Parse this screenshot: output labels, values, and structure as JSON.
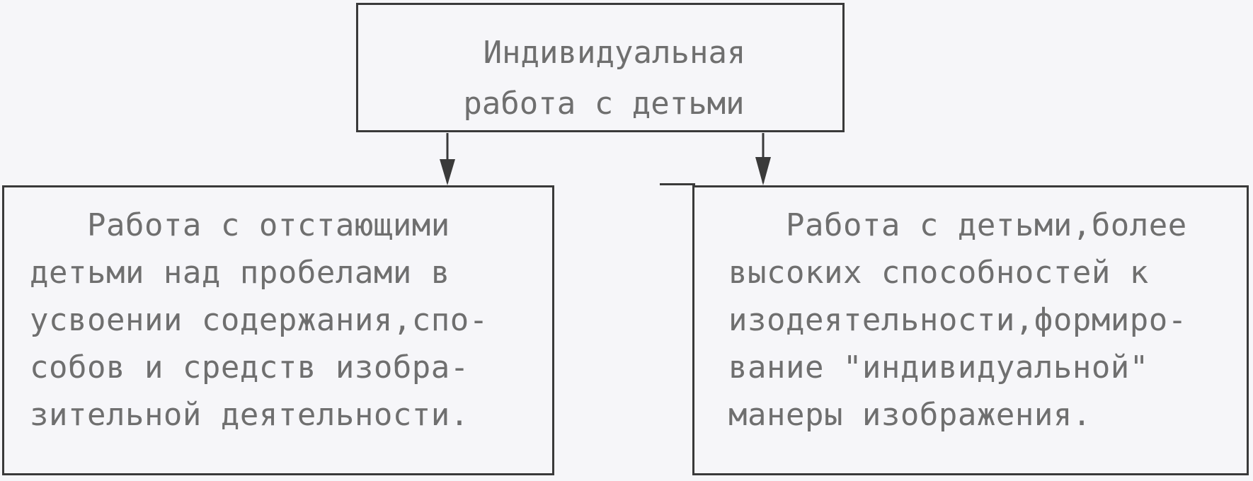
{
  "top_box": {
    "lines": [
      "Индивидуальная",
      "работа с детьми"
    ]
  },
  "left_box": {
    "lines": [
      "   Работа с отстающими",
      "детьми над пробелами в",
      "усвоении содержания,спо-",
      "собов и средств изобра-",
      "зительной деятельности."
    ]
  },
  "right_box": {
    "lines": [
      "   Работа с детьми,более",
      "высоких способностей к",
      "изодеятельности,формиро-",
      "вание \"индивидуальной\"",
      "манеры изображения."
    ]
  }
}
